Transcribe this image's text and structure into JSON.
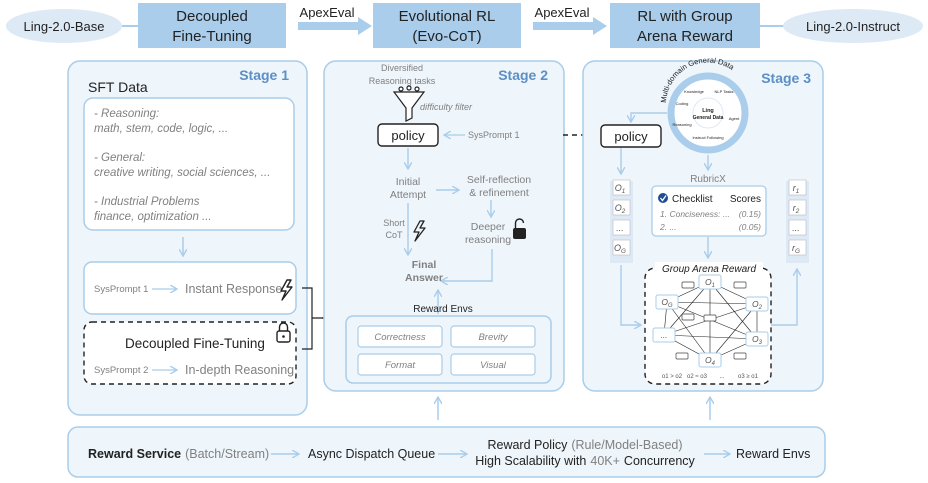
{
  "top": {
    "start": "Ling-2.0-Base",
    "end": "Ling-2.0-Instruct",
    "box1": [
      "Decoupled",
      "Fine-Tuning"
    ],
    "box2": [
      "Evolutional RL",
      "(Evo-CoT)"
    ],
    "box3": [
      "RL with Group",
      "Arena Reward"
    ],
    "arrow1": "ApexEval",
    "arrow2": "ApexEval"
  },
  "stage1": {
    "title": "Stage 1",
    "sft_title": "SFT Data",
    "reasoning": [
      "- Reasoning:",
      "math, stem, code, logic, ..."
    ],
    "general": [
      "- General:",
      "creative writing, social sciences, ..."
    ],
    "industrial": [
      "- Industrial Problems",
      "finance, optimization ..."
    ],
    "sys1": "SysPrompt 1",
    "instant": "Instant Response",
    "dft": "Decoupled Fine-Tuning",
    "sys2": "SysPrompt 2",
    "indepth": "In-depth Reasoning"
  },
  "stage2": {
    "title": "Stage 2",
    "tasks": [
      "Diversified",
      "Reasoning tasks"
    ],
    "filter": "difficulty filter",
    "policy": "policy",
    "sys1": "SysPrompt 1",
    "initial": [
      "Initial",
      "Attempt"
    ],
    "self_ref": [
      "Self-reflection",
      "& refinement"
    ],
    "short": [
      "Short",
      "CoT"
    ],
    "deeper": [
      "Deeper",
      "reasoning"
    ],
    "final": [
      "Final",
      "Answer"
    ],
    "envs_title": "Reward Envs",
    "envs": [
      "Correctness",
      "Brevity",
      "Format",
      "Visual"
    ]
  },
  "stage3": {
    "title": "Stage 3",
    "multi": "Multi-domain General Data",
    "circle_center": [
      "Ling",
      "General Data"
    ],
    "circle_labels": [
      "Knowledge",
      "NLP Tasks",
      "Coding",
      "Agent",
      "Reasoning",
      "Instruct Following"
    ],
    "policy": "policy",
    "rubric": "RubricX",
    "checklist": "Checklist",
    "scores": "Scores",
    "items": [
      "1. Conciseness: ...",
      "2. ..."
    ],
    "item_scores": [
      "(0.15)",
      "(0.05)"
    ],
    "outputs_left": [
      "O1",
      "O2",
      "...",
      "OG"
    ],
    "rewards_right": [
      "r1",
      "r2",
      "...",
      "rG"
    ],
    "arena": "Group Arena Reward",
    "arena_nodes": [
      "O1",
      "O2",
      "O3",
      "O4",
      "...",
      "OG"
    ],
    "arena_bottom": [
      "o1 > o2",
      "o2 ≈ o3",
      "...",
      "o3 ≥ o1"
    ]
  },
  "bottom": {
    "service_bold": "Reward Service",
    "service_rest": "(Batch/Stream)",
    "queue": "Async Dispatch Queue",
    "policy_main": "Reward Policy",
    "policy_paren": "(Rule/Model-Based)",
    "scal_main": "High Scalability with",
    "scal_num": "40K+",
    "scal_rest": "Concurrency",
    "envs": "Reward Envs"
  },
  "colors": {
    "box_fill": "#a9cdea",
    "panel_fill": "#eef5fb",
    "panel_stroke": "#a9cdea",
    "arrow": "#a9cdea",
    "ellipse": "#dde9f5",
    "stage_title": "#5b8fc6",
    "gray_text": "#808080"
  }
}
